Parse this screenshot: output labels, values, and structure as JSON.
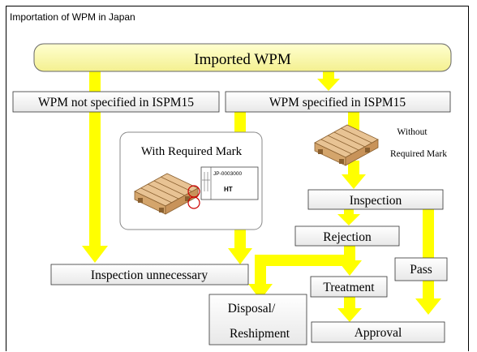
{
  "page": {
    "title": "Importation of WPM in Japan"
  },
  "nodes": {
    "imported": "Imported WPM",
    "not_specified": "WPM not specified in ISPM15",
    "specified": "WPM specified in ISPM15",
    "with_mark": "With Required Mark",
    "without_mark_line1": "Without",
    "without_mark_line2": "Required Mark",
    "inspection": "Inspection",
    "rejection": "Rejection",
    "pass": "Pass",
    "inspection_unnecessary": "Inspection unnecessary",
    "treatment": "Treatment",
    "disposal_line1": "Disposal/",
    "disposal_line2": "Reshipment",
    "approval": "Approval"
  },
  "mark_label": {
    "code": "JP-0003000",
    "treatment": "HT"
  },
  "colors": {
    "arrow": "#ffff00",
    "title_box": "#ffff99",
    "wood": "#e8c394",
    "wood_dark": "#b88a55",
    "stamp": "#cc0000"
  }
}
